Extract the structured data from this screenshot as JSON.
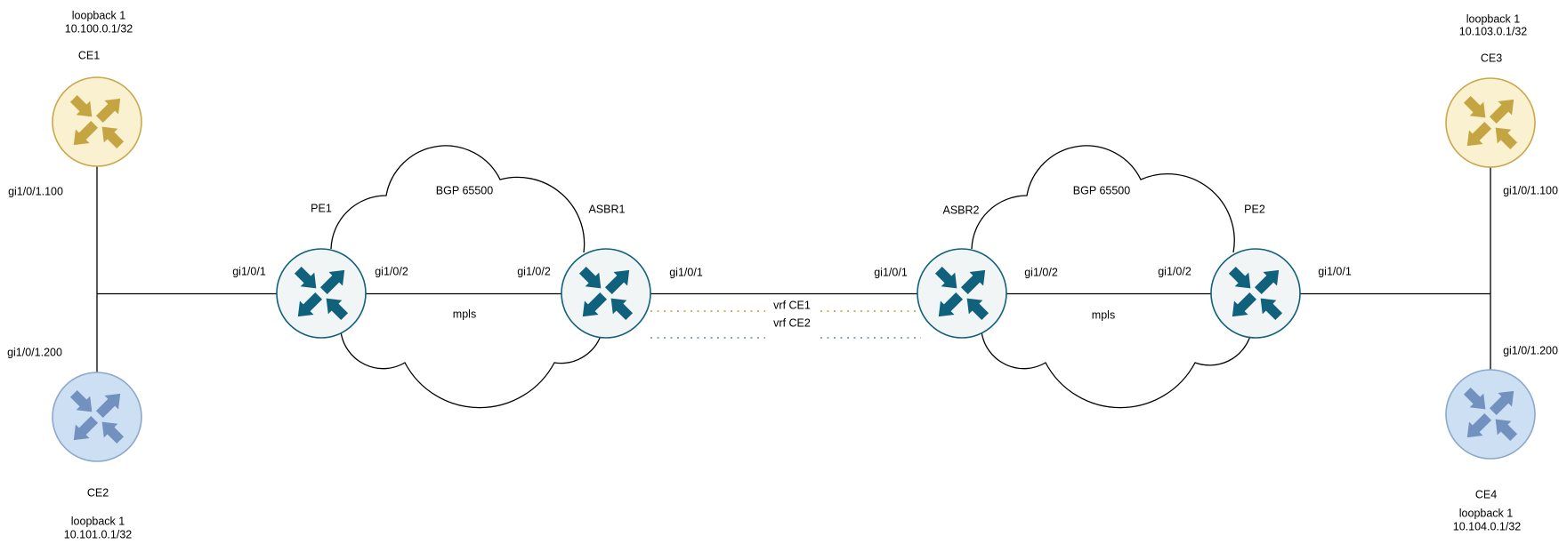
{
  "nodes": {
    "ce1": {
      "name": "CE1",
      "loopback_label": "loopback 1",
      "loopback_ip": "10.100.0.1/32",
      "interface_label": "gi1/0/1.100"
    },
    "ce2": {
      "name": "CE2",
      "loopback_label": "loopback 1",
      "loopback_ip": "10.101.0.1/32",
      "interface_label": "gi1/0/1.200"
    },
    "ce3": {
      "name": "CE3",
      "loopback_label": "loopback 1",
      "loopback_ip": "10.103.0.1/32",
      "interface_label": "gi1/0/1.100"
    },
    "ce4": {
      "name": "CE4",
      "loopback_label": "loopback 1",
      "loopback_ip": "10.104.0.1/32",
      "interface_label": "gi1/0/1.200"
    },
    "pe1": {
      "name": "PE1",
      "west_interface": "gi1/0/1",
      "east_interface": "gi1/0/2"
    },
    "asbr1": {
      "name": "ASBR1",
      "west_interface": "gi1/0/2",
      "east_interface": "gi1/0/1"
    },
    "asbr2": {
      "name": "ASBR2",
      "west_interface": "gi1/0/1",
      "east_interface": "gi1/0/2"
    },
    "pe2": {
      "name": "PE2",
      "west_interface": "gi1/0/2",
      "east_interface": "gi1/0/1"
    }
  },
  "clouds": {
    "left": {
      "label": "BGP 65500",
      "transport_label": "mpls"
    },
    "right": {
      "label": "BGP 65500",
      "transport_label": "mpls"
    }
  },
  "vrf_links": {
    "ce1_label": "vrf CE1",
    "ce2_label": "vrf CE2"
  },
  "colors": {
    "ce_yellow_fill": "#faf1d0",
    "ce_yellow_stroke": "#c9a84c",
    "ce_yellow_arrow": "#c5a442",
    "ce_blue_fill": "#ccdff3",
    "ce_blue_stroke": "#8ca8cc",
    "ce_blue_arrow": "#7291bf",
    "core_fill": "#f2f5f6",
    "core_stroke": "#10617b",
    "line": "#000000",
    "vrf_ce1_dots": "#c9b467",
    "vrf_ce2_dots": "#8da3be",
    "text": "#000000"
  }
}
